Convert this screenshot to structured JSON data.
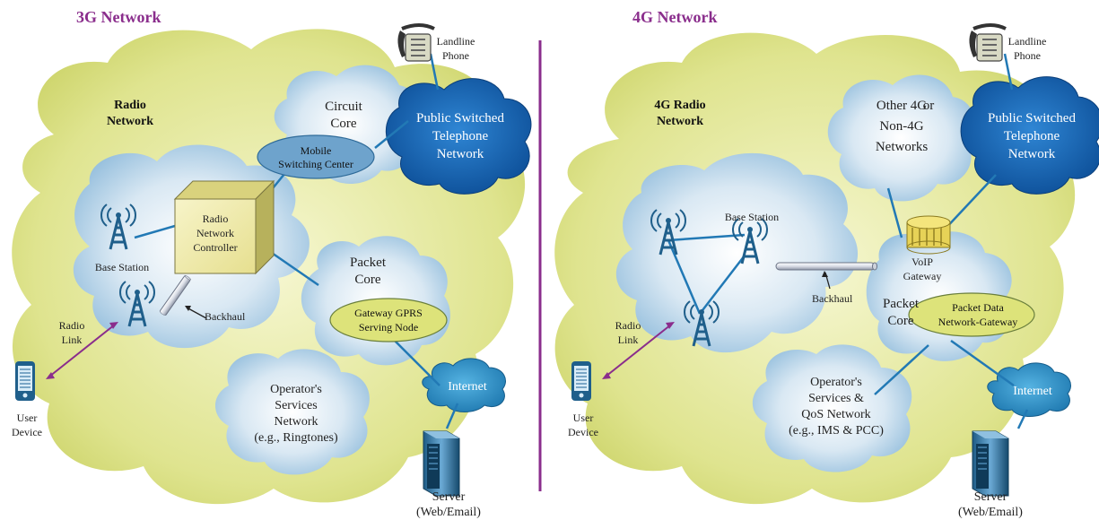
{
  "colors": {
    "title": "#8a2d8c",
    "divider": "#8a2d8c",
    "outer_cloud": "#d7de7e",
    "blue_cloud": "#a9cbe2",
    "blue_cloud_light": "#e8f1f8",
    "pstn_cloud": "#1565b3",
    "internet_cloud": "#2b8fc6",
    "ellipse_blue": "#6ea3cc",
    "ellipse_yellow": "#dde37a",
    "link": "#2279b5",
    "radio_link": "#8a2d8c"
  },
  "left": {
    "title": "3G Network",
    "radio_network": [
      "Radio",
      "Network"
    ],
    "landline": [
      "Landline",
      "Phone"
    ],
    "circuit_core": [
      "Circuit",
      "Core"
    ],
    "msc": [
      "Mobile",
      "Switching Center"
    ],
    "pstn": [
      "Public Switched",
      "Telephone",
      "Network"
    ],
    "rnc": [
      "Radio",
      "Network",
      "Controller"
    ],
    "base_station": "Base Station",
    "backhaul": "Backhaul",
    "packet_core": [
      "Packet",
      "Core"
    ],
    "ggsn": [
      "Gateway GPRS",
      "Serving Node"
    ],
    "radio_link": [
      "Radio",
      "Link"
    ],
    "user_device": [
      "User",
      "Device"
    ],
    "internet": "Internet",
    "operator_services": [
      "Operator's",
      "Services",
      "Network",
      "(e.g., Ringtones)"
    ],
    "server": [
      "Server",
      "(Web/Email)"
    ]
  },
  "right": {
    "title": "4G Network",
    "radio_network": [
      "4G Radio",
      "Network"
    ],
    "landline": [
      "Landline",
      "Phone"
    ],
    "other_networks": [
      "Other 4G",
      "or",
      "Non-4G",
      "Networks"
    ],
    "pstn": [
      "Public Switched",
      "Telephone",
      "Network"
    ],
    "base_station": "Base Station",
    "voip_gateway": [
      "VoIP",
      "Gateway"
    ],
    "backhaul": "Backhaul",
    "packet_core": [
      "Packet",
      "Core"
    ],
    "pdn_gateway": [
      "Packet Data",
      "Network-Gateway"
    ],
    "radio_link": [
      "Radio",
      "Link"
    ],
    "user_device": [
      "User",
      "Device"
    ],
    "internet": "Internet",
    "operator_services": [
      "Operator's",
      "Services &",
      "QoS Network",
      "(e.g., IMS & PCC)"
    ],
    "server": [
      "Server",
      "(Web/Email)"
    ]
  }
}
